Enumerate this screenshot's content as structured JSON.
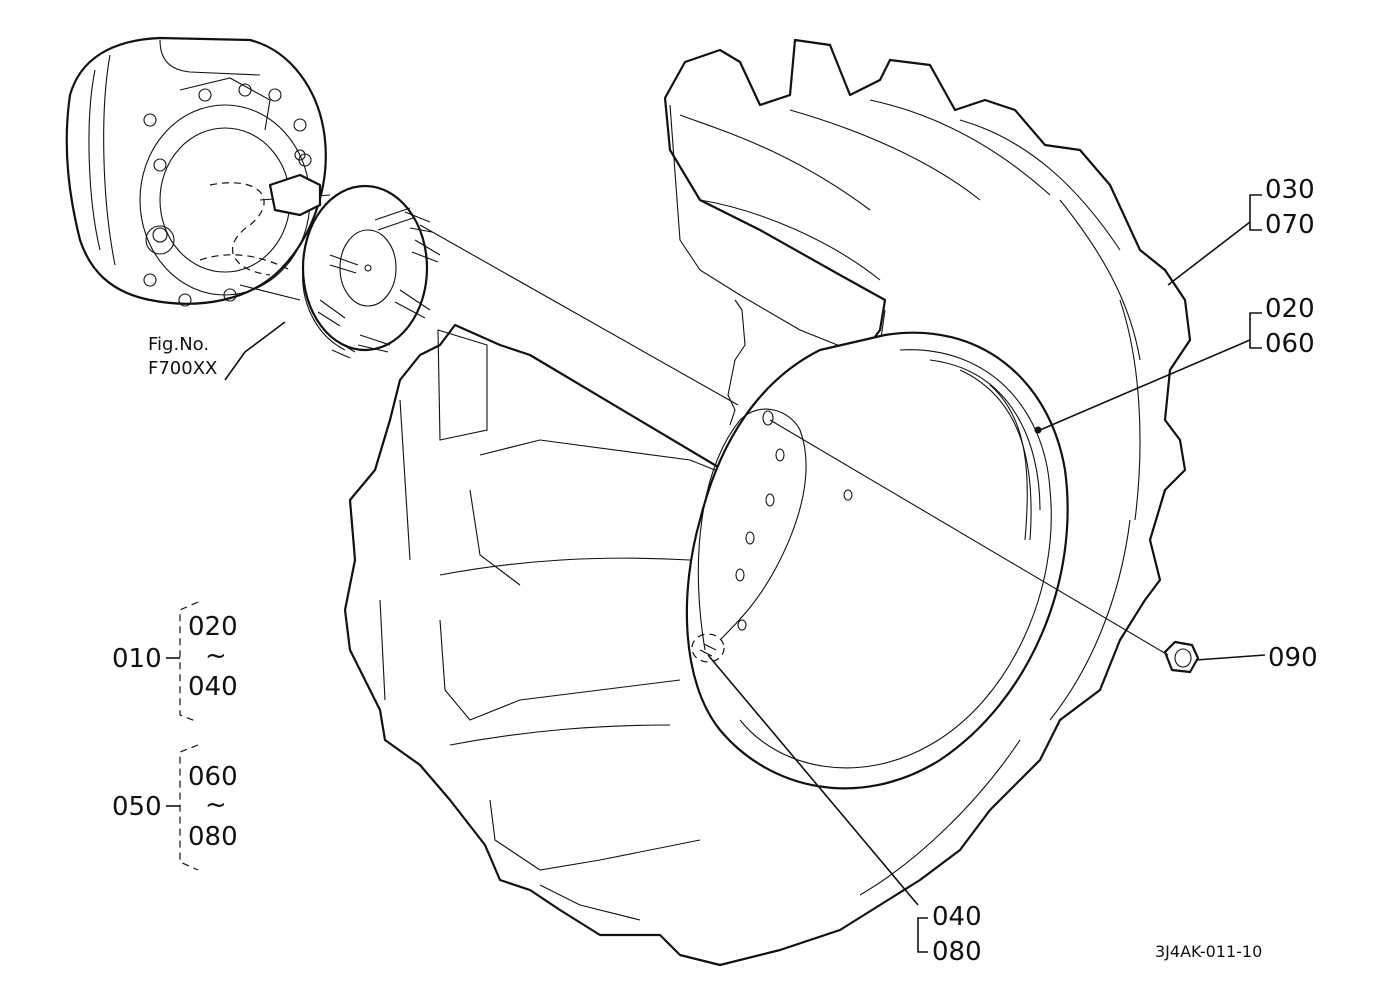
{
  "figure_ref": {
    "line1": "Fig.No.",
    "line2": "F700XX"
  },
  "callouts": {
    "tire": {
      "top": "030",
      "bottom": "070"
    },
    "rim": {
      "top": "020",
      "bottom": "060"
    },
    "valve": {
      "top": "040",
      "bottom": "080"
    },
    "nut": "090"
  },
  "assemblies": [
    {
      "id": "010",
      "from": "020",
      "tilde": "~",
      "to": "040"
    },
    {
      "id": "050",
      "from": "060",
      "tilde": "~",
      "to": "080"
    }
  ],
  "drawing_code": "3J4AK-011-10",
  "icons": {
    "tire": "tractor-tire-drawing",
    "rim": "wheel-rim-drawing",
    "hub": "axle-hub-drawing",
    "nut": "wheel-nut-drawing",
    "valve": "valve-drawing"
  }
}
